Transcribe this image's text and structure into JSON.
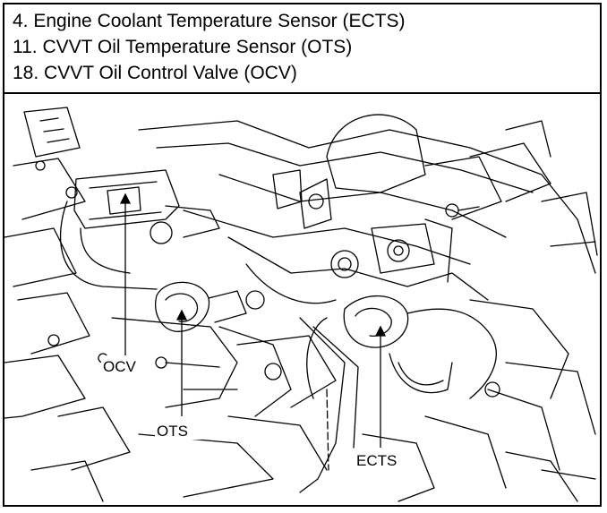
{
  "legend": {
    "items": [
      "4. Engine Coolant Temperature Sensor (ECTS)",
      "11. CVVT Oil Temperature Sensor (OTS)",
      "18. CVVT Oil Control Valve (OCV)"
    ]
  },
  "callouts": {
    "ocv": "OCV",
    "ots": "OTS",
    "ects": "ECTS"
  },
  "colors": {
    "line": "#000000",
    "background": "#ffffff"
  }
}
